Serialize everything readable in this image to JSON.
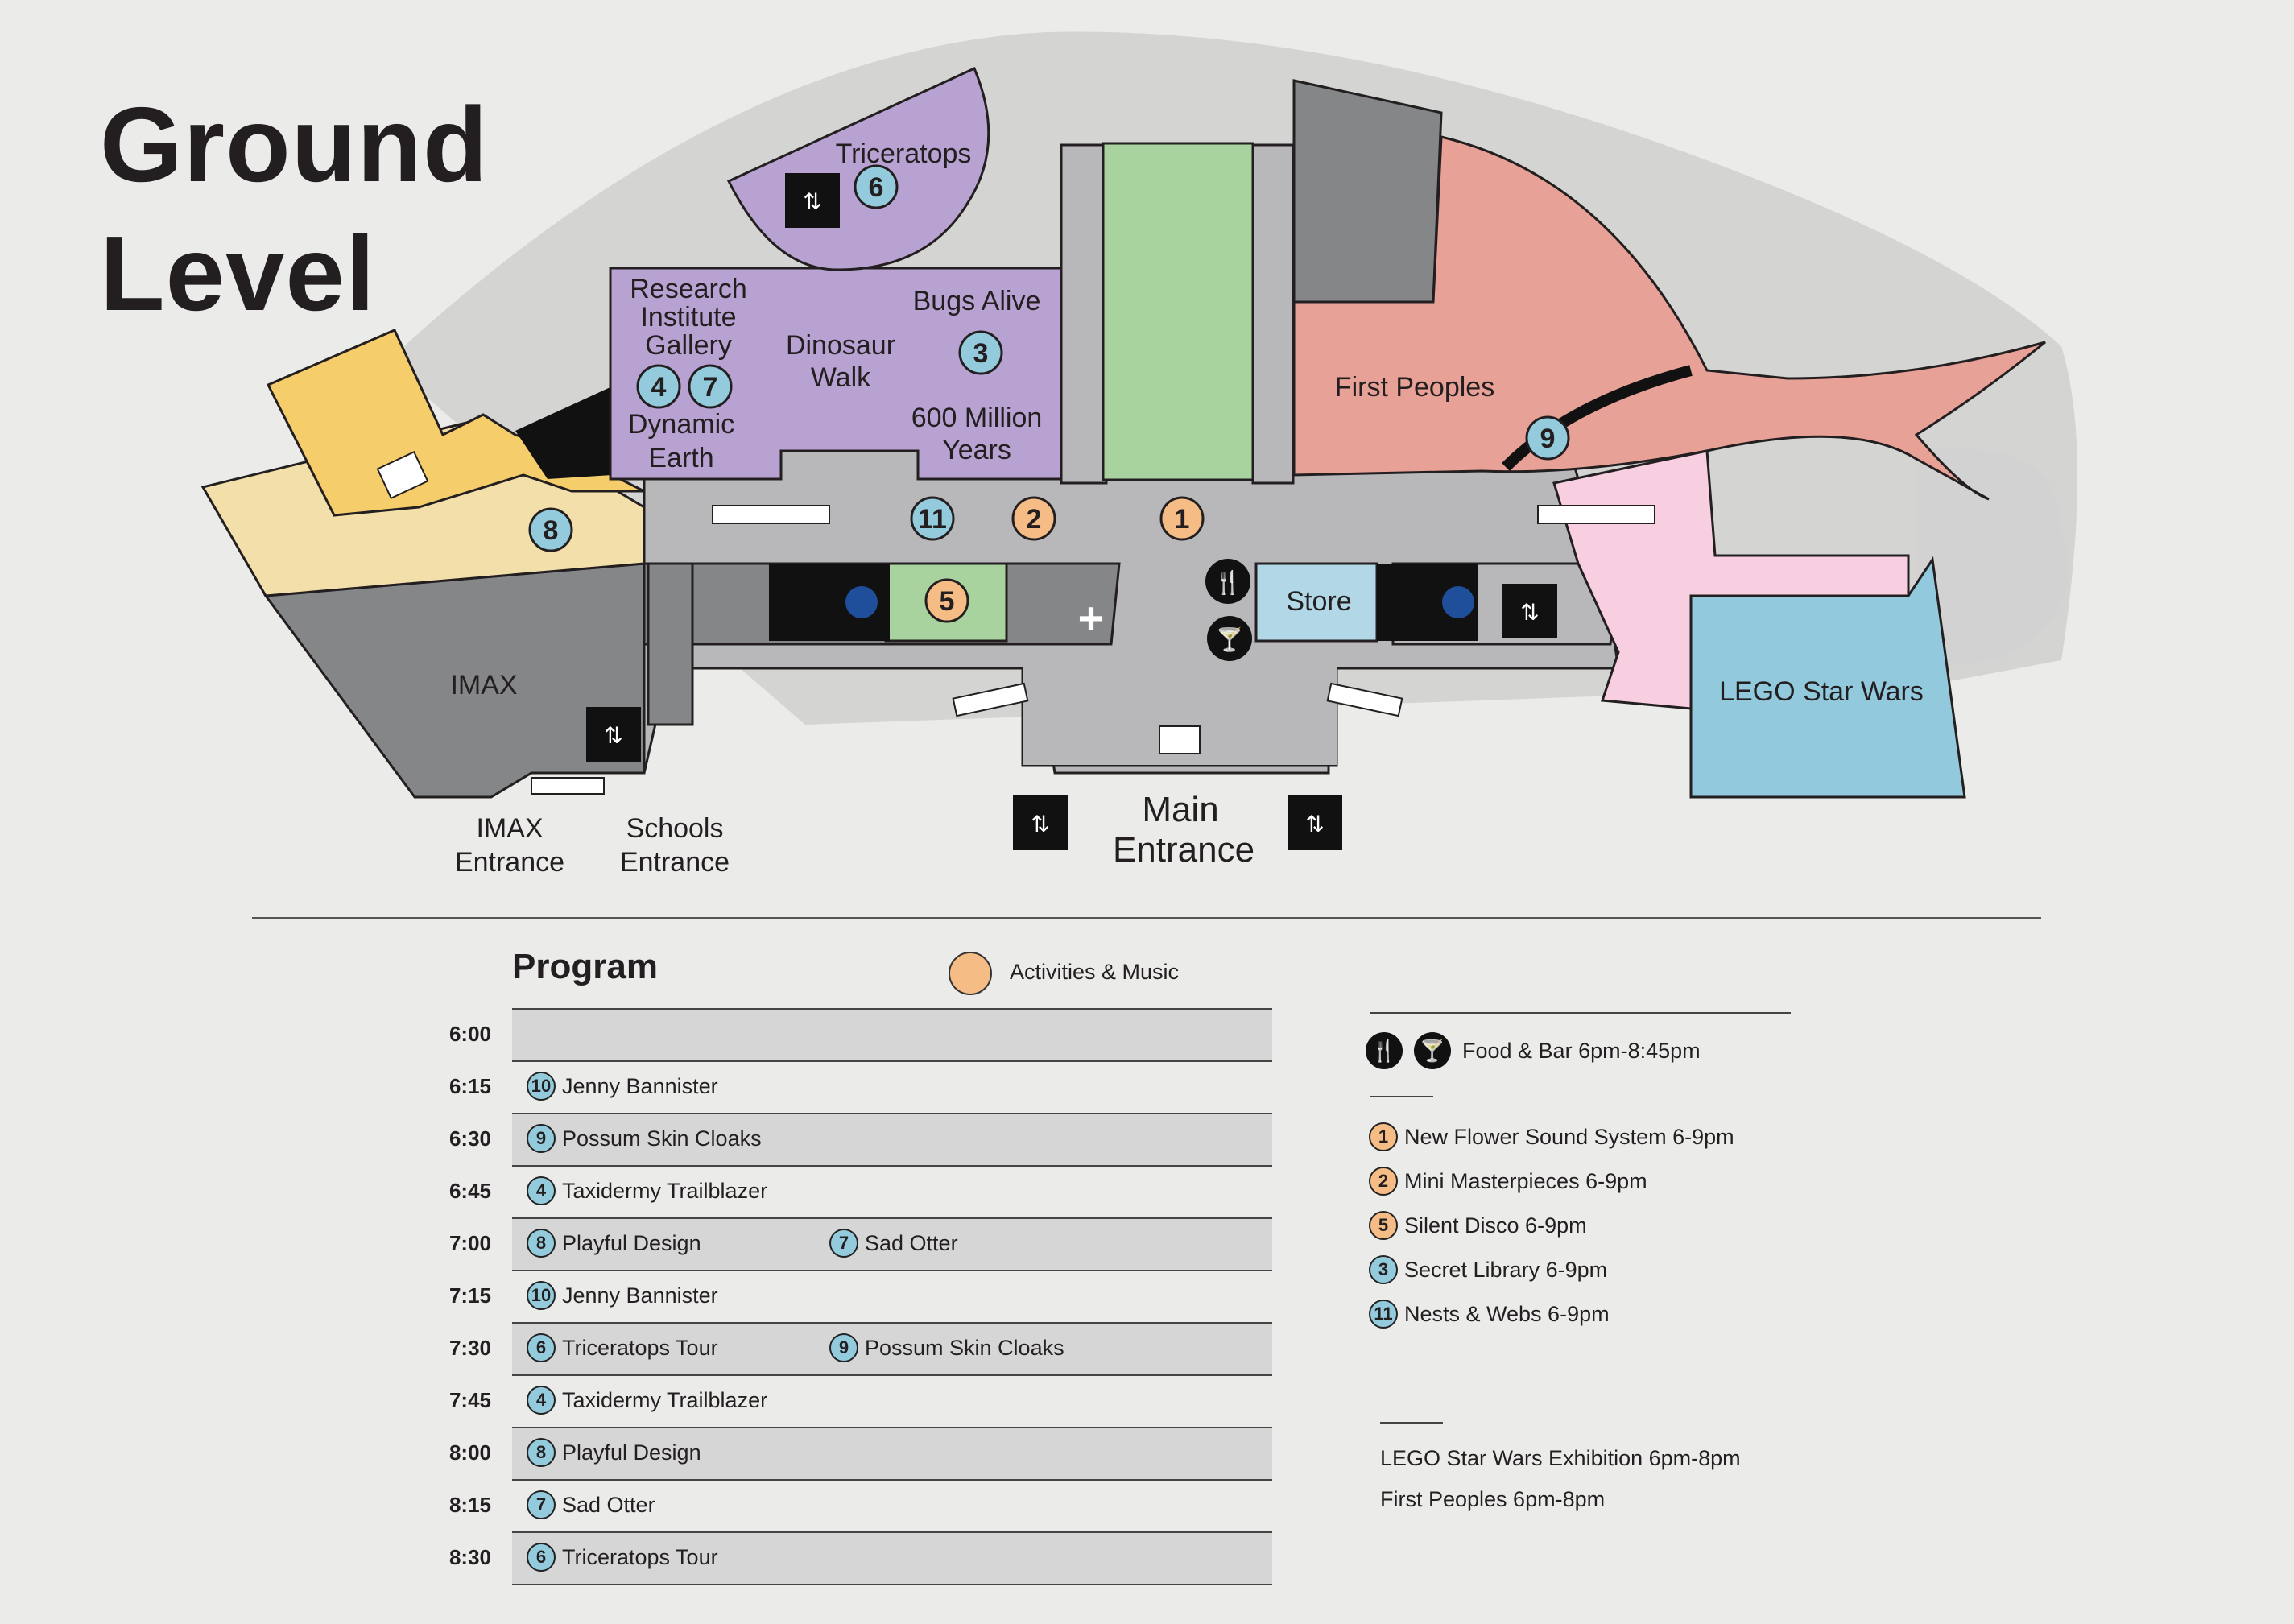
{
  "title": {
    "line1": "Ground",
    "line2": "Level"
  },
  "map_labels": {
    "triceratops": "Triceratops",
    "research_institute_gallery": [
      "Research",
      "Institute",
      "Gallery"
    ],
    "dinosaur_walk": [
      "Dinosaur",
      "Walk"
    ],
    "bugs_alive": "Bugs Alive",
    "six_hundred_million_years": [
      "600 Million",
      "Years"
    ],
    "dynamic_earth": [
      "Dynamic",
      "Earth"
    ],
    "first_peoples": "First Peoples",
    "imax": "IMAX",
    "store": "Store",
    "lego_star_wars": "LEGO Star Wars",
    "imax_entrance": [
      "IMAX",
      "Entrance"
    ],
    "schools_entrance": [
      "Schools",
      "Entrance"
    ],
    "main_entrance": [
      "Main",
      "Entrance"
    ]
  },
  "map_markers": [
    {
      "num": "6",
      "kind": "blue"
    },
    {
      "num": "3",
      "kind": "blue"
    },
    {
      "num": "4",
      "kind": "blue"
    },
    {
      "num": "7",
      "kind": "blue"
    },
    {
      "num": "9",
      "kind": "blue"
    },
    {
      "num": "8",
      "kind": "blue"
    },
    {
      "num": "11",
      "kind": "blue"
    },
    {
      "num": "2",
      "kind": "orange"
    },
    {
      "num": "1",
      "kind": "orange"
    },
    {
      "num": "5",
      "kind": "orange"
    }
  ],
  "program": {
    "title": "Program",
    "legend": "Activities & Music",
    "rows": [
      {
        "time": "6:00",
        "shaded": true,
        "entries": []
      },
      {
        "time": "6:15",
        "shaded": false,
        "entries": [
          {
            "num": "10",
            "label": "Jenny Bannister"
          }
        ]
      },
      {
        "time": "6:30",
        "shaded": true,
        "entries": [
          {
            "num": "9",
            "label": "Possum Skin Cloaks"
          }
        ]
      },
      {
        "time": "6:45",
        "shaded": false,
        "entries": [
          {
            "num": "4",
            "label": "Taxidermy Trailblazer"
          }
        ]
      },
      {
        "time": "7:00",
        "shaded": true,
        "entries": [
          {
            "num": "8",
            "label": "Playful Design"
          },
          {
            "num": "7",
            "label": "Sad Otter"
          }
        ]
      },
      {
        "time": "7:15",
        "shaded": false,
        "entries": [
          {
            "num": "10",
            "label": "Jenny Bannister"
          }
        ]
      },
      {
        "time": "7:30",
        "shaded": true,
        "entries": [
          {
            "num": "6",
            "label": "Triceratops Tour"
          },
          {
            "num": "9",
            "label": "Possum Skin Cloaks"
          }
        ]
      },
      {
        "time": "7:45",
        "shaded": false,
        "entries": [
          {
            "num": "4",
            "label": "Taxidermy Trailblazer"
          }
        ]
      },
      {
        "time": "8:00",
        "shaded": true,
        "entries": [
          {
            "num": "8",
            "label": "Playful Design"
          }
        ]
      },
      {
        "time": "8:15",
        "shaded": false,
        "entries": [
          {
            "num": "7",
            "label": "Sad Otter"
          }
        ]
      },
      {
        "time": "8:30",
        "shaded": true,
        "entries": [
          {
            "num": "6",
            "label": "Triceratops Tour"
          }
        ]
      }
    ]
  },
  "side_legend": {
    "food_bar": "Food & Bar 6pm-8:45pm",
    "items": [
      {
        "num": "1",
        "kind": "orange",
        "label": "New Flower Sound System 6-9pm"
      },
      {
        "num": "2",
        "kind": "orange",
        "label": "Mini Masterpieces 6-9pm"
      },
      {
        "num": "5",
        "kind": "orange",
        "label": "Silent Disco 6-9pm"
      },
      {
        "num": "3",
        "kind": "blue",
        "label": "Secret Library 6-9pm"
      },
      {
        "num": "11",
        "kind": "blue",
        "label": "Nests & Webs 6-9pm"
      }
    ],
    "exhibitions": [
      "LEGO Star Wars Exhibition 6pm-8pm",
      "First Peoples 6pm-8pm"
    ]
  },
  "colors": {
    "blue_marker": "#93cbdc",
    "orange_marker": "#f6bc85",
    "purple_zone": "#b8a2d2",
    "green_zone": "#a9d39e",
    "salmon_zone": "#e8a197",
    "pink_zone": "#f8cfe0",
    "lightblue_zone": "#92c9dc",
    "yellow_zone": "#f5cd6b",
    "cream_zone": "#f3dfa9",
    "grey_dark": "#858688",
    "grey_corridor": "#b8b8bb"
  }
}
